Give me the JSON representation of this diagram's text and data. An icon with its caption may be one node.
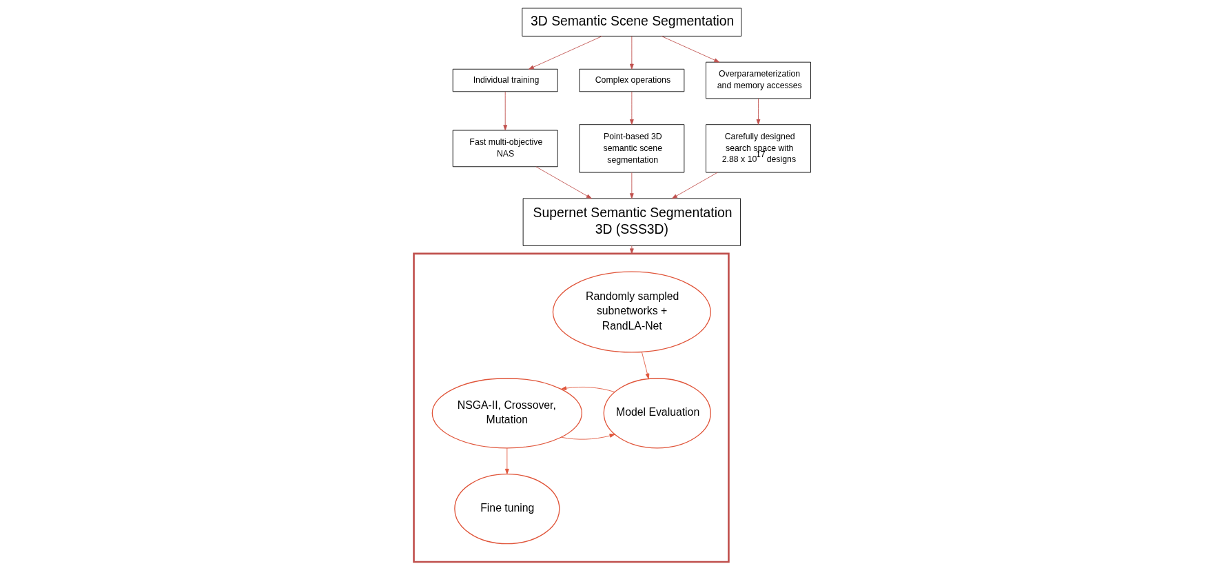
{
  "diagram": {
    "nodes": [
      {
        "text": [
          "3D Semantic Scene Segmentation"
        ]
      },
      {
        "text": [
          "Individual training"
        ]
      },
      {
        "text": [
          "Complex operations"
        ]
      },
      {
        "text": [
          "Overparameterization and memory accesses"
        ]
      },
      {
        "text": [
          "Fast multi-objective NAS"
        ]
      },
      {
        "text": [
          "Point-based 3D semantic scene segmentation"
        ]
      },
      {
        "text": [
          "Carefully designed search space with 2.88 x 10$^{17}$ designs"
        ]
      },
      {
        "text": [
          "Supernet Semantic Segmentation 3D (SSS3D)"
        ]
      },
      {
        "text": [],
        "shape": "box"
      },
      {
        "text": [
          "Randomly sampled subnetworks + RandLA-Net"
        ],
        "in": 8
      },
      {
        "text": [
          "Model Evaluation"
        ],
        "in": 8
      },
      {
        "text": [
          "NSGA-II, Crossover, Mutation"
        ],
        "in": 8
      },
      {
        "text": [
          "Fine tuning"
        ],
        "in": 8
      }
    ],
    "edges": [
      {
        "from": 0,
        "to": 1,
        "arrow": "to"
      },
      {
        "from": 0,
        "to": 2,
        "arrow": "to"
      },
      {
        "from": 0,
        "to": 3,
        "arrow": "to"
      },
      {
        "from": 1,
        "to": 4,
        "arrow": "to"
      },
      {
        "from": 2,
        "to": 5,
        "arrow": "to"
      },
      {
        "from": 3,
        "to": 6,
        "arrow": "to"
      },
      {
        "from": 4,
        "to": 7,
        "arrow": "to"
      },
      {
        "from": 5,
        "to": 7,
        "arrow": "to"
      },
      {
        "from": 6,
        "to": 7,
        "arrow": "to"
      },
      {
        "from": 7,
        "to": 8,
        "arrow": "to"
      },
      {
        "from": 9,
        "to": 10,
        "arrow": "to",
        "color": "#e0553a"
      },
      {
        "from": 11,
        "to": 10,
        "arrow": "to",
        "color": "#e0553a"
      },
      {
        "from": 10,
        "to": 11,
        "arrow": "to",
        "color": "#e0553a"
      },
      {
        "from": 11,
        "to": 12,
        "arrow": "to",
        "color": "#e0553a"
      }
    ]
  }
}
